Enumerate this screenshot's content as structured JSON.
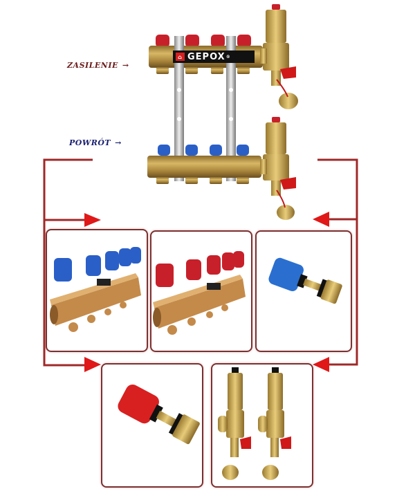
{
  "labels": {
    "supply": "ZASILENIE",
    "return": "POWRÓT",
    "arrow": "→"
  },
  "brand": {
    "name": "GEPOX",
    "mark": "®",
    "logo_glyph": "⌂"
  },
  "colors": {
    "supply_text": "#6b1a1a",
    "return_text": "#1a2070",
    "flow_line": "#a02828",
    "flow_arrow": "#e01818",
    "panel_border": "#7a3030",
    "brass": "#c9a44a",
    "red_knob": "#c8202a",
    "blue_knob": "#2a5fc8"
  },
  "panels": [
    {
      "id": "return-manifold-blue",
      "caption": "Return manifold with blue caps"
    },
    {
      "id": "supply-manifold-red",
      "caption": "Supply manifold with red caps"
    },
    {
      "id": "blue-valve-insert",
      "caption": "Blue valve insert"
    },
    {
      "id": "red-valve-insert",
      "caption": "Red flow regulator insert"
    },
    {
      "id": "end-fittings",
      "caption": "End fittings with air vent and drain valve"
    }
  ]
}
